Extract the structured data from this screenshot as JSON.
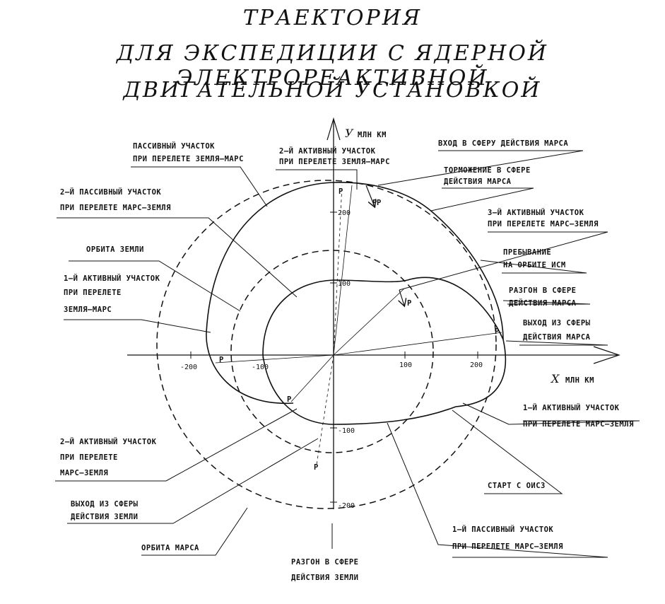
{
  "title": {
    "line1": "ТРАЕКТОРИЯ",
    "line2": "ДЛЯ ЭКСПЕДИЦИИ С ЯДЕРНОЙ ЭЛЕКТРОРЕАКТИВНОЙ",
    "line3": "ДВИГАТЕЛЬНОЙ УСТАНОВКОЙ"
  },
  "axes": {
    "x_label": "X",
    "x_unit": "МЛН КМ",
    "y_label": "У",
    "y_unit": "МЛН КМ",
    "x_ticks": [
      "-200",
      "-100",
      "100",
      "200"
    ],
    "y_ticks": [
      "200",
      "100",
      "-100",
      "-200"
    ]
  },
  "points": {
    "p1": "P",
    "p_top": "P",
    "p_top2": "P",
    "p_inner": "P",
    "p_right": "P",
    "p_left": "P",
    "p_lower": "P",
    "p_bottom": "P"
  },
  "labels": {
    "passive_em_1": "ПАССИВНЫЙ УЧАСТОК",
    "passive_em_2": "ПРИ ПЕРЕЛЕТЕ ЗЕМЛЯ–МАРС",
    "active2_em_1": "2–Й АКТИВНЫЙ УЧАСТОК",
    "active2_em_2": "ПРИ ПЕРЕЛЕТЕ ЗЕМЛЯ–МАРС",
    "enter_mars": "ВХОД В СФЕРУ ДЕЙСТВИЯ МАРСА",
    "brake_mars_1": "ТОРМОЖЕНИЕ В СФЕРЕ",
    "brake_mars_2": "ДЕЙСТВИЯ МАРСА",
    "passive2_me_1": "2–Й ПАССИВНЫЙ УЧАСТОК",
    "passive2_me_2": "ПРИ ПЕРЕЛЕТЕ МАРС–ЗЕМЛЯ",
    "active3_me_1": "3–Й АКТИВНЫЙ УЧАСТОК",
    "active3_me_2": "ПРИ ПЕРЕЛЕТЕ МАРС–ЗЕМЛЯ",
    "earth_orbit": "ОРБИТА ЗЕМЛИ",
    "stay_1": "ПРЕБЫВАНИЕ",
    "stay_2": "НА ОРБИТЕ ИСМ",
    "active1_em_1": "1–Й АКТИВНЫЙ УЧАСТОК",
    "active1_em_2": "ПРИ ПЕРЕЛЕТЕ",
    "active1_em_3": "ЗЕМЛЯ–МАРС",
    "accel_mars_1": "РАЗГОН В СФЕРЕ",
    "accel_mars_2": "ДЕЙСТВИЯ МАРСА",
    "exit_mars_1": "ВЫХОД ИЗ СФЕРЫ",
    "exit_mars_2": "ДЕЙСТВИЯ МАРСА",
    "active1_me_1": "1–Й АКТИВНЫЙ УЧАСТОК",
    "active1_me_2": "ПРИ ПЕРЕЛЕТЕ МАРС–ЗЕМЛЯ",
    "active2_me_1": "2–Й АКТИВНЫЙ УЧАСТОК",
    "active2_me_2": "ПРИ ПЕРЕЛЕТЕ",
    "active2_me_3": "МАРС–ЗЕМЛЯ",
    "start": "СТАРТ С ОИСЗ",
    "exit_earth_1": "ВЫХОД ИЗ СФЕРЫ",
    "exit_earth_2": "ДЕЙСТВИЯ ЗЕМЛИ",
    "mars_orbit": "ОРБИТА МАРСА",
    "passive1_me_1": "1–Й ПАССИВНЫЙ УЧАСТОК",
    "passive1_me_2": "ПРИ ПЕРЕЛЕТЕ МАРС–ЗЕМЛЯ",
    "accel_earth_1": "РАЗГОН В СФЕРЕ",
    "accel_earth_2": "ДЕЙСТВИЯ ЗЕМЛИ"
  }
}
